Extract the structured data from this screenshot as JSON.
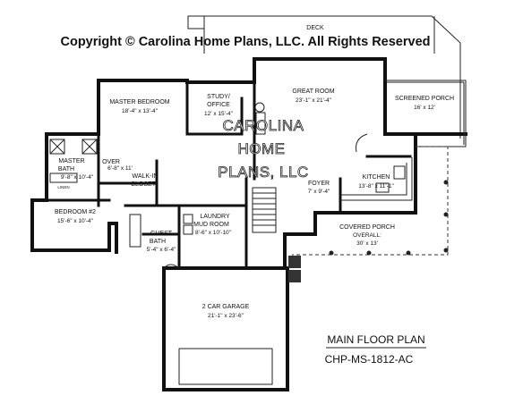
{
  "copyright": "Copyright © Carolina Home Plans, LLC. All Rights Reserved",
  "watermark": [
    "CAROLINA",
    "HOME",
    "PLANS, LLC"
  ],
  "rooms": {
    "deck": {
      "name": "DECK"
    },
    "great_room": {
      "name": "GREAT ROOM",
      "size": "23'-1\" x 21'-4\""
    },
    "screened_porch": {
      "name": "SCREENED PORCH",
      "size": "16' x 12'"
    },
    "master_bedroom": {
      "name": "MASTER BEDROOM",
      "size": "18'-4\" x 13'-4\""
    },
    "study": {
      "name": "STUDY/",
      "name2": "OFFICE",
      "size": "12' x 15'-4\""
    },
    "master_bath": {
      "name": "MASTER",
      "name2": "BATH",
      "size": "9'-8\" x 10'-4\""
    },
    "walk_in_closet": {
      "name": "OVER",
      "size": "6'-8\" x 11'",
      "label": "WALK-IN",
      "label2": "CLOSET"
    },
    "linen": {
      "name": "LINEN"
    },
    "kitchen": {
      "name": "KITCHEN",
      "size": "13'-8\" x 11'-1\""
    },
    "foyer": {
      "name": "FOYER",
      "size": "7' x 9'-4\""
    },
    "bedroom2": {
      "name": "BEDROOM #2",
      "size": "15'-6\" x 10'-4\""
    },
    "laundry": {
      "name": "LAUNDRY",
      "name2": "MUD ROOM",
      "size": "8'-6\" x 10'-10\""
    },
    "guest_bath": {
      "name": "GUEST",
      "name2": "BATH",
      "size": "5'-4\" x 6'-4\""
    },
    "covered_porch": {
      "name": "COVERED PORCH",
      "overall": "OVERALL:",
      "size": "30' x 13'"
    },
    "garage": {
      "name": "2 CAR GARAGE",
      "size": "21'-1\" x 23'-6\""
    }
  },
  "title_block": {
    "title": "MAIN FLOOR PLAN",
    "plan_number": "CHP-MS-1812-AC"
  }
}
